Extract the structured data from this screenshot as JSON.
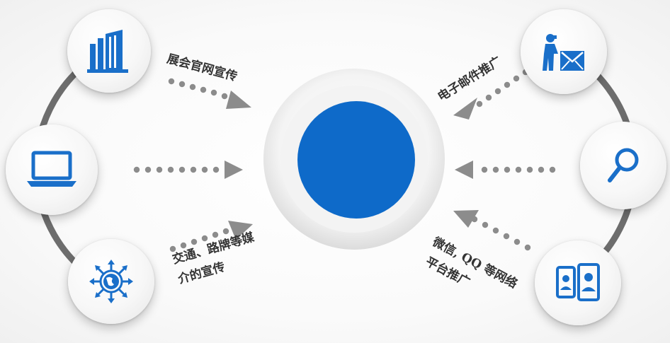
{
  "colors": {
    "accent_blue": "#1166c4",
    "icon_blue": "#1a6fc9",
    "arc_gray": "#6d6d6d",
    "arrow_gray": "#8c8c8c"
  },
  "center": {
    "fill": "#0e6ac9"
  },
  "labels": {
    "top_left": "展会官网宣传",
    "bottom_left_line1": "交通、路牌等媒",
    "bottom_left_line2": "介的宣传",
    "top_right": "电子邮件推广",
    "bottom_right_line1": "微信, QQ 等网络",
    "bottom_right_line2": "平台推广"
  },
  "icons": {
    "left_top": "building-icon",
    "left_middle": "laptop-icon",
    "left_bottom": "global-network-icon",
    "right_top": "email-delivery-icon",
    "right_middle": "search-icon",
    "right_bottom": "mobile-profile-icon"
  }
}
